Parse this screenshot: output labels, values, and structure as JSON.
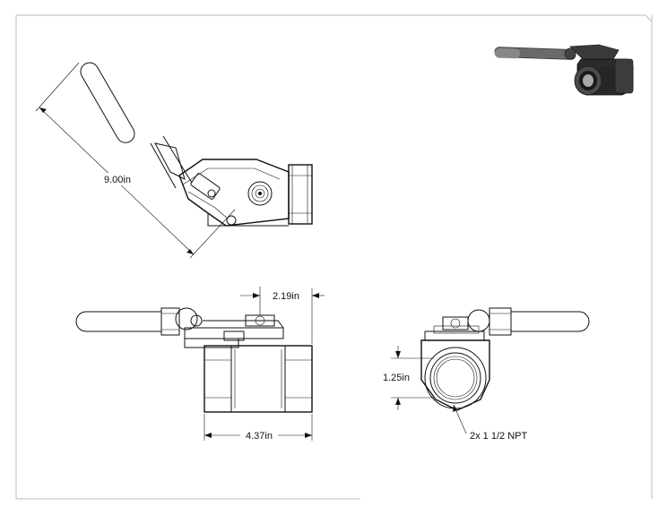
{
  "dimensions": {
    "handle_length": "9.00in",
    "stem_offset": "2.19in",
    "port_height": "1.25in",
    "body_length": "4.37in",
    "port_callout": "2x 1 1/2 NPT"
  },
  "colors": {
    "line": "#111111",
    "border": "#bbbbbb",
    "iso_dark": "#2b2b2b",
    "iso_mid": "#6a6a6a",
    "iso_light": "#a8a8a8"
  }
}
